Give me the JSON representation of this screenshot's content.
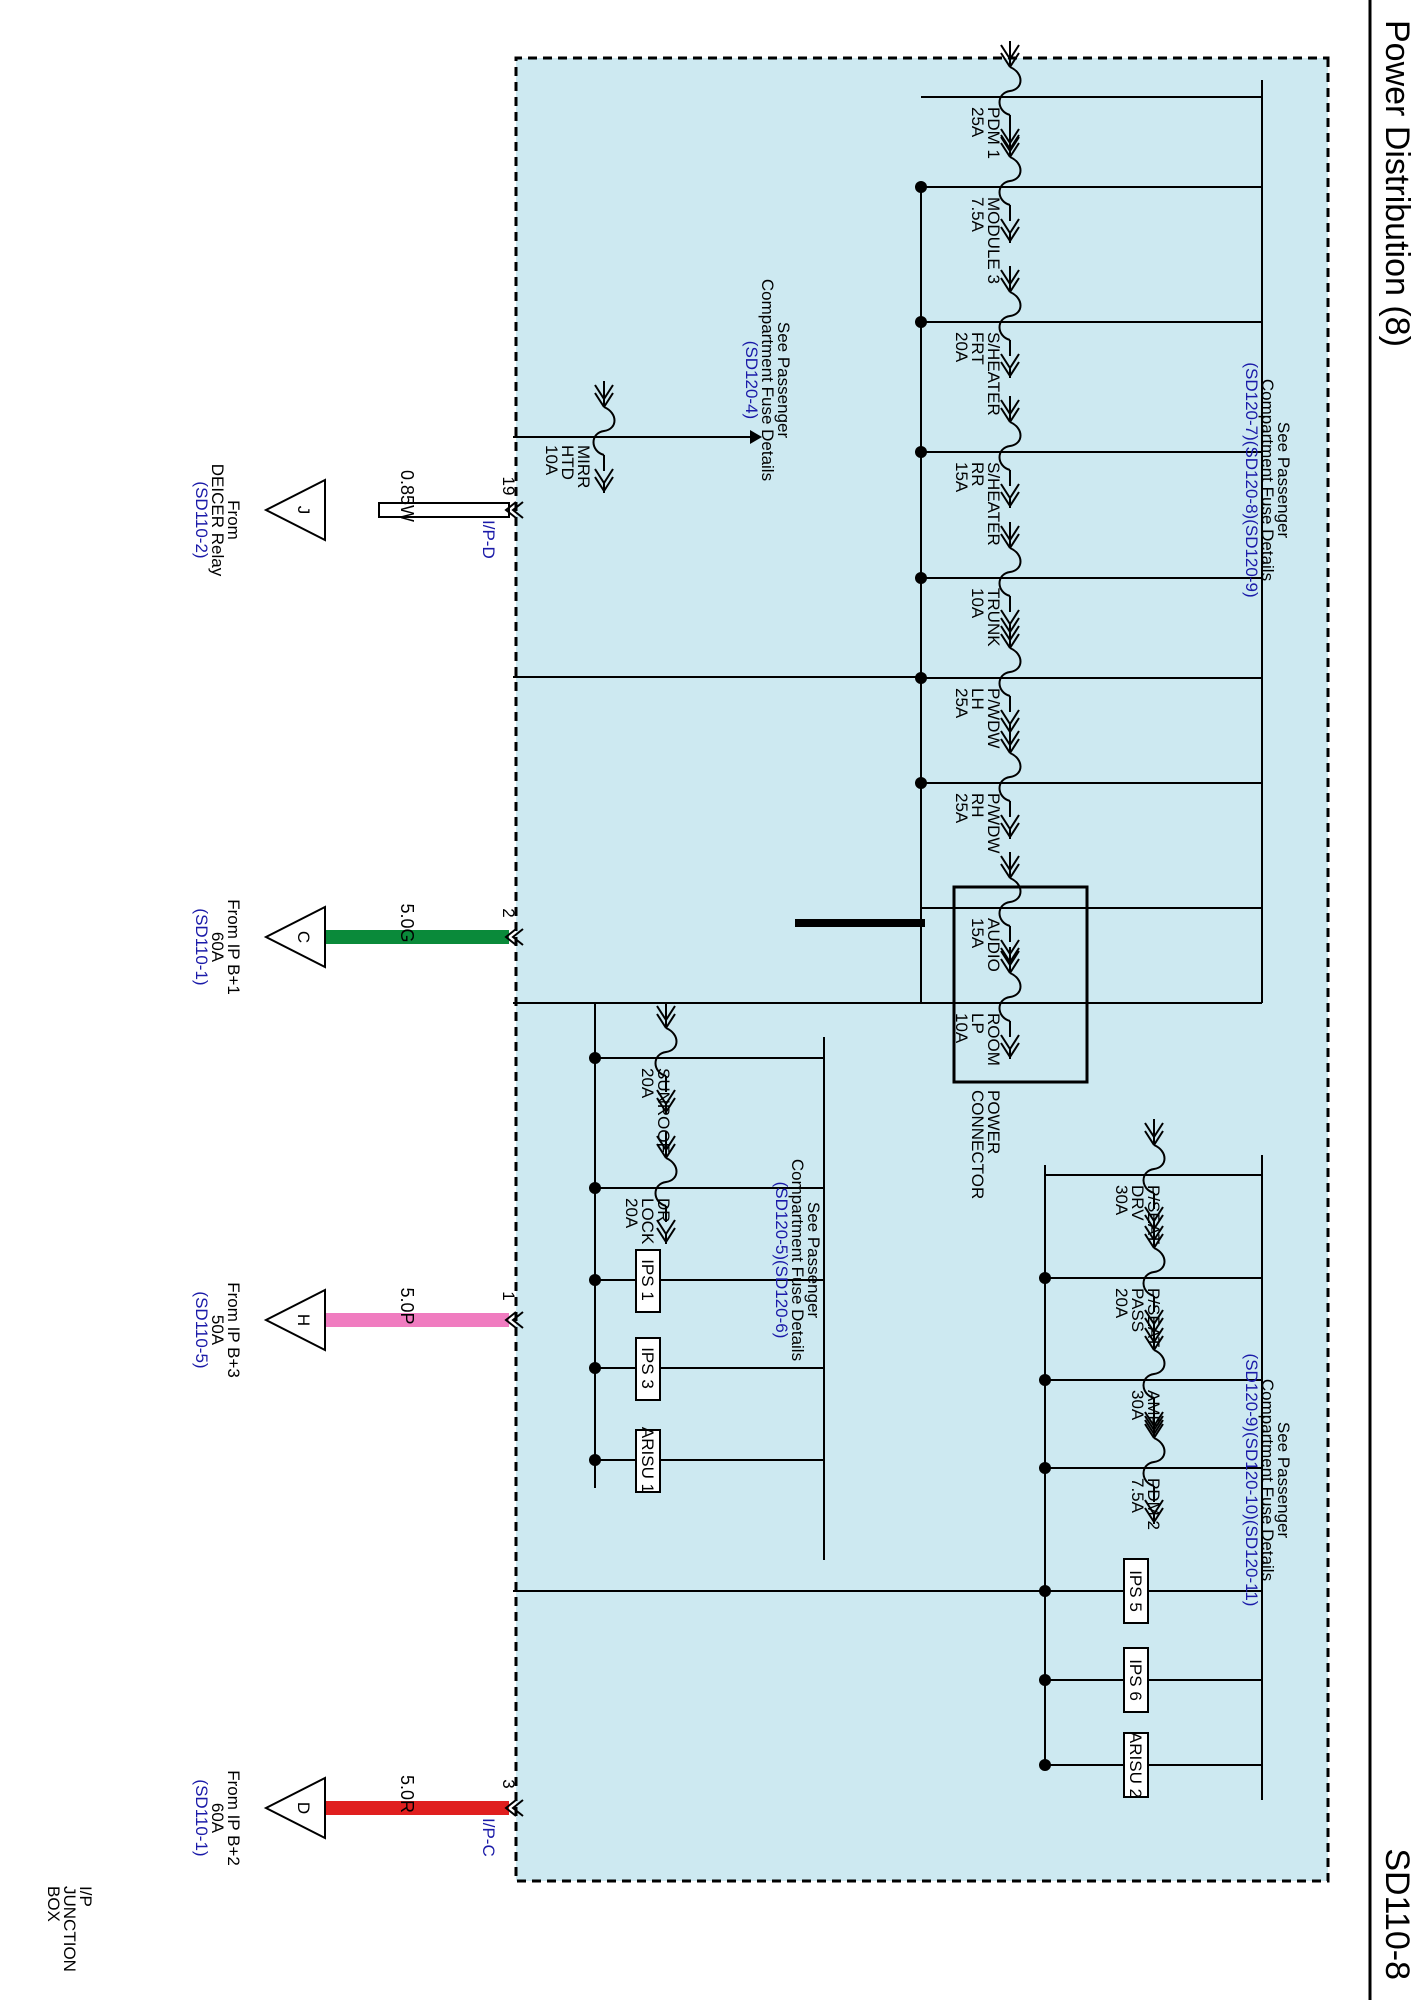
{
  "header": {
    "title": "Power Distribution (8)",
    "code": "SD110-8"
  },
  "junction_box": {
    "name": [
      "I/P",
      "JUNCTION",
      "BOX"
    ]
  },
  "colors": {
    "box_fill": "#cde9f1",
    "wire_white": "#ffffff",
    "wire_green": "#0a8a3a",
    "wire_pink": "#f07cc0",
    "wire_red": "#e01f1f",
    "ref_blue": "#1a1aa8"
  },
  "inputs": [
    {
      "id": "J",
      "from": [
        "From",
        "DEICER Relay"
      ],
      "ref": "(SD110-2)",
      "wire": "0.85W",
      "pin": "19",
      "connector": "I/P-D"
    },
    {
      "id": "C",
      "from": [
        "From IP B+1",
        "60A"
      ],
      "ref": "(SD110-1)",
      "wire": "5.0G",
      "pin": "2",
      "connector": ""
    },
    {
      "id": "H",
      "from": [
        "From IP B+3",
        "50A"
      ],
      "ref": "(SD110-5)",
      "wire": "5.0P",
      "pin": "1",
      "connector": ""
    },
    {
      "id": "D",
      "from": [
        "From IP B+2",
        "60A"
      ],
      "ref": "(SD110-1)",
      "wire": "5.0R",
      "pin": "3",
      "connector": "I/P-C"
    }
  ],
  "fuses": {
    "mirr": {
      "name": [
        "MIRR",
        "HTD"
      ],
      "rating": "10A"
    },
    "group1": [
      {
        "name": [
          "PDM 1"
        ],
        "rating": "25A"
      },
      {
        "name": [
          "MODULE 3"
        ],
        "rating": "7.5A"
      },
      {
        "name": [
          "S/HEATER",
          "FRT"
        ],
        "rating": "20A"
      },
      {
        "name": [
          "S/HEATER",
          "RR"
        ],
        "rating": "15A"
      },
      {
        "name": [
          "TRUNK"
        ],
        "rating": "10A"
      },
      {
        "name": [
          "P/WDW",
          "LH"
        ],
        "rating": "25A"
      },
      {
        "name": [
          "P/WDW",
          "RH"
        ],
        "rating": "25A"
      },
      {
        "name": [
          "AUDIO"
        ],
        "rating": "15A"
      },
      {
        "name": [
          "ROOM",
          "LP"
        ],
        "rating": "10A"
      }
    ],
    "group2": [
      {
        "name": [
          "SUNROOF"
        ],
        "rating": "20A"
      },
      {
        "name": [
          "DR",
          "LOCK"
        ],
        "rating": "20A"
      }
    ],
    "group3": [
      {
        "name": [
          "P/SEAT",
          "DRV"
        ],
        "rating": "30A"
      },
      {
        "name": [
          "P/SEAT",
          "PASS"
        ],
        "rating": "20A"
      },
      {
        "name": [
          "AMP"
        ],
        "rating": "30A"
      },
      {
        "name": [
          "PDM 2"
        ],
        "rating": "7.5A"
      }
    ]
  },
  "modules": {
    "group2": [
      "IPS 1",
      "IPS 3",
      "ARISU 1"
    ],
    "group3": [
      "IPS 5",
      "IPS 6",
      "ARISU 2"
    ]
  },
  "power_connector": [
    "POWER",
    "CONNECTOR"
  ],
  "refs": {
    "r1": {
      "text": [
        "See Passenger",
        "Compartment Fuse Details"
      ],
      "ref": "(SD120-4)"
    },
    "r2": {
      "text": [
        "See Passenger",
        "Compartment Fuse Details"
      ],
      "ref": "(SD120-7)(SD120-8)(SD120-9)"
    },
    "r3": {
      "text": [
        "See Passenger",
        "Compartment Fuse Details"
      ],
      "ref": "(SD120-5)(SD120-6)"
    },
    "r4": {
      "text": [
        "See Passenger",
        "Compartment Fuse Details"
      ],
      "ref": "(SD120-9)(SD120-10)(SD120-11)"
    }
  }
}
